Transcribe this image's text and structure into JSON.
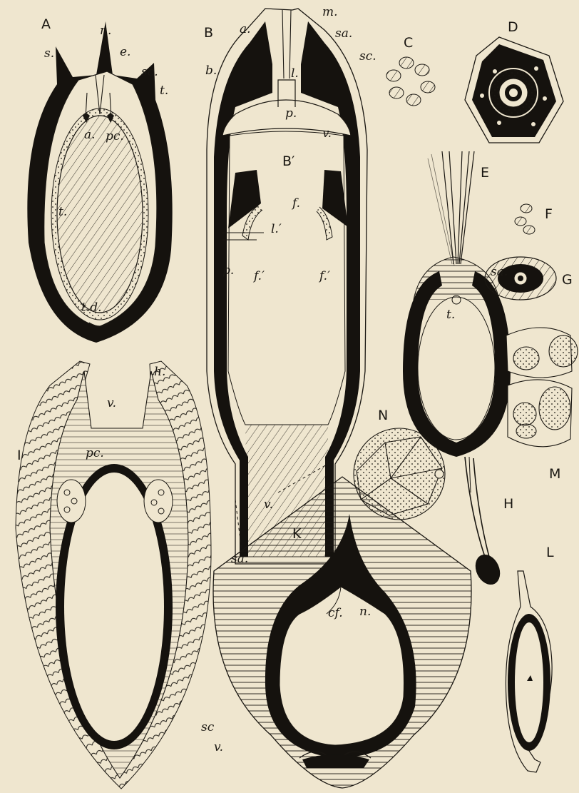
{
  "figure": {
    "background": "#efe6cf",
    "ink": "#1a1712",
    "panel_letters": {
      "A": "A",
      "B": "B",
      "B_prime": "B′",
      "C": "C",
      "D": "D",
      "E": "E",
      "F": "F",
      "G": "G",
      "H": "H",
      "I": "I",
      "K": "K",
      "L": "L",
      "M": "M",
      "N": "N"
    },
    "labels": {
      "A": {
        "s": "s.",
        "n": "n.",
        "e": "e.",
        "sc": "sc.",
        "t_top": "t.",
        "a": "a.",
        "pc": "pc.",
        "t_side": "t.",
        "td": "t.d."
      },
      "B": {
        "a": "a.",
        "m": "m.",
        "sa": "sa.",
        "sc": "sc.",
        "b": "b.",
        "l": "l.",
        "p": "p.",
        "v": "v.",
        "v_bottom": "v."
      },
      "B_prime": {
        "f": "f.",
        "l_prime": "l.′",
        "p": "p.",
        "f_prime_left": "f.′",
        "f_prime_right": "f.′"
      },
      "E": {
        "sa": "sa.",
        "t": "t."
      },
      "I": {
        "h": "h.",
        "v": "v.",
        "pc": "pc."
      },
      "K": {
        "sa": "sa.",
        "cf": "cf.",
        "n": "n.",
        "sc": "sc",
        "v": "v."
      }
    }
  }
}
